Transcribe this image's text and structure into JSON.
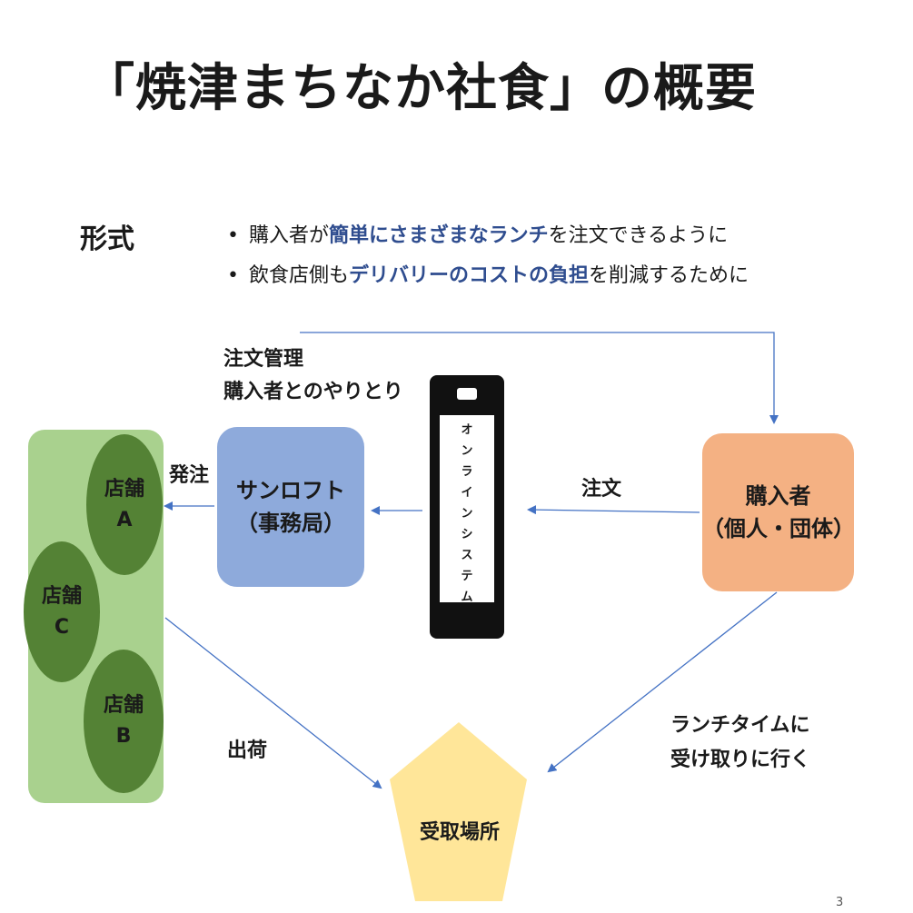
{
  "title": "「焼津まちなか社食」の概要",
  "format": {
    "label": "形式",
    "bullets": [
      {
        "bullet": "•",
        "parts": [
          "購入者が",
          "簡単にさまざまなランチ",
          "を注文できるように"
        ]
      },
      {
        "bullet": "•",
        "parts": [
          "飲食店側も",
          "デリバリーのコストの負担",
          "を削減するために"
        ]
      }
    ]
  },
  "diagram": {
    "office_note": [
      "注文管理",
      "購入者とのやりとり"
    ],
    "office": {
      "line1": "サンロフト",
      "line2": "（事務局）"
    },
    "system": {
      "label": [
        "オ",
        "ン",
        "ラ",
        "イ",
        "ン",
        "シ",
        "ス",
        "テ",
        "ム"
      ]
    },
    "buyer": {
      "line1": "購入者",
      "line2": "（個人・団体）"
    },
    "order_label": "注文",
    "place_order_label": "発注",
    "stores": [
      {
        "line1": "店舗",
        "line2": "A"
      },
      {
        "line1": "店舗",
        "line2": "C"
      },
      {
        "line1": "店舗",
        "line2": "B"
      }
    ],
    "ship_label": "出荷",
    "pickup_note": [
      "ランチタイムに",
      "受け取りに行く"
    ],
    "pickup": "受取場所"
  },
  "page_number": "3",
  "colors": {
    "office": "#8eaadb",
    "buyer": "#f4b183",
    "store_area": "#a9d18e",
    "store": "#548235",
    "pickup": "#ffe699",
    "arrow": "#4472c4",
    "highlight": "#2f4d8f"
  }
}
